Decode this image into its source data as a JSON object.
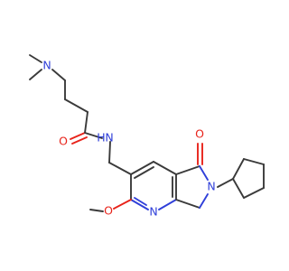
{
  "molecule": {
    "atoms": {
      "n_dimethylamino": {
        "element": "N",
        "label": "N",
        "color": "#2f3fd9"
      },
      "o_amide": {
        "element": "O",
        "label": "O",
        "color": "#e8231a"
      },
      "n_amide": {
        "element": "N",
        "label": "N",
        "color": "#2f3fd9"
      },
      "h_amide": {
        "element": "H",
        "label": "H",
        "color": "#2f3fd9"
      },
      "o_lactam": {
        "element": "O",
        "label": "O",
        "color": "#e8231a"
      },
      "n_lactam": {
        "element": "N",
        "label": "N",
        "color": "#2f3fd9"
      },
      "o_methoxy": {
        "element": "O",
        "label": "O",
        "color": "#e8231a"
      },
      "n_pyridine": {
        "element": "N",
        "label": "N",
        "color": "#2f3fd9"
      }
    },
    "colors": {
      "bond": "#3a3a3a",
      "oxygen": "#e8231a",
      "nitrogen": "#2f3fd9",
      "background": "#ffffff"
    }
  }
}
